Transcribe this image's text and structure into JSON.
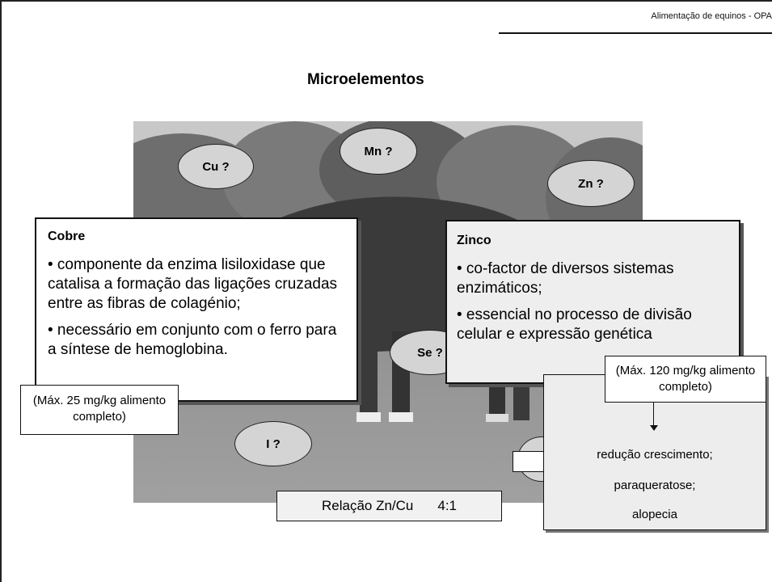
{
  "header": {
    "text": "Alimentação de equinos  -  OPA"
  },
  "slide": {
    "title": "Microelementos"
  },
  "bubbles": {
    "cu": "Cu ?",
    "mn": "Mn ?",
    "zn": "Zn ?",
    "se": "Se ?",
    "i": "I ?"
  },
  "cobre": {
    "title": "Cobre",
    "p1": "• componente da enzima lisiloxidase que catalisa a formação das ligações cruzadas entre as fibras de colagénio;",
    "p2": "• necessário em conjunto com o ferro para a síntese de hemoglobina.",
    "limit": "(Máx. 25 mg/kg alimento completo)"
  },
  "zinco": {
    "title": "Zinco",
    "p1": "• co-factor de diversos sistemas enzimáticos;",
    "p2": "• essencial no processo de divisão celular e expressão genética",
    "limit": "(Máx. 120 mg/kg alimento completo)"
  },
  "effects": {
    "e1": "redução crescimento;",
    "e2": "paraqueratose;",
    "e3": "alopecia"
  },
  "ratio": {
    "label": "Relação Zn/Cu",
    "value": "4:1"
  },
  "colors": {
    "ellipse": "#d4d4d4",
    "box_gray": "#eeeeee",
    "border": "#111111"
  }
}
